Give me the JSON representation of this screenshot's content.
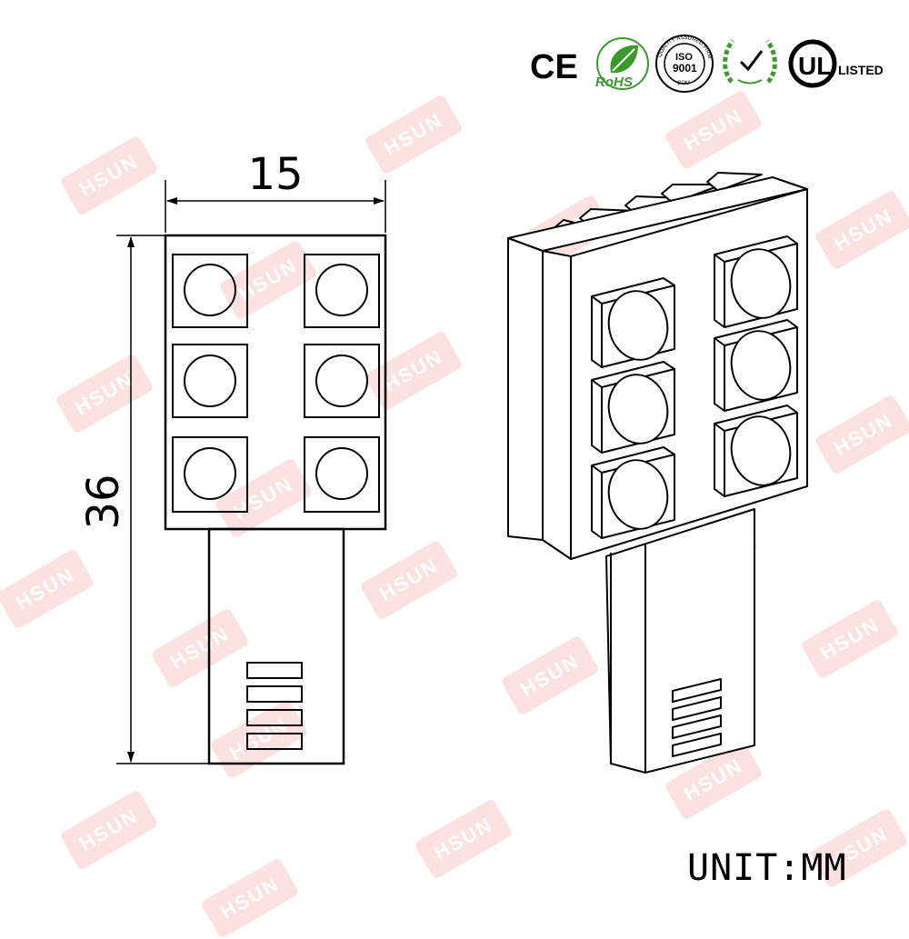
{
  "certifications": {
    "ce": "CE",
    "rohs": "RoHS",
    "iso_top": "QUALITY ASSURED FIRM",
    "iso_mid": "ISO",
    "iso_num": "9001",
    "iso_bottom": "COM",
    "ul": "UL",
    "ul_listed": "LISTED"
  },
  "dimensions": {
    "width": "15",
    "height": "36"
  },
  "unit_label": "UNIT:MM",
  "watermark": "HSUN",
  "colors": {
    "line": "#000000",
    "watermark": "#f07878",
    "rohs_green": "#3a9a2a"
  }
}
